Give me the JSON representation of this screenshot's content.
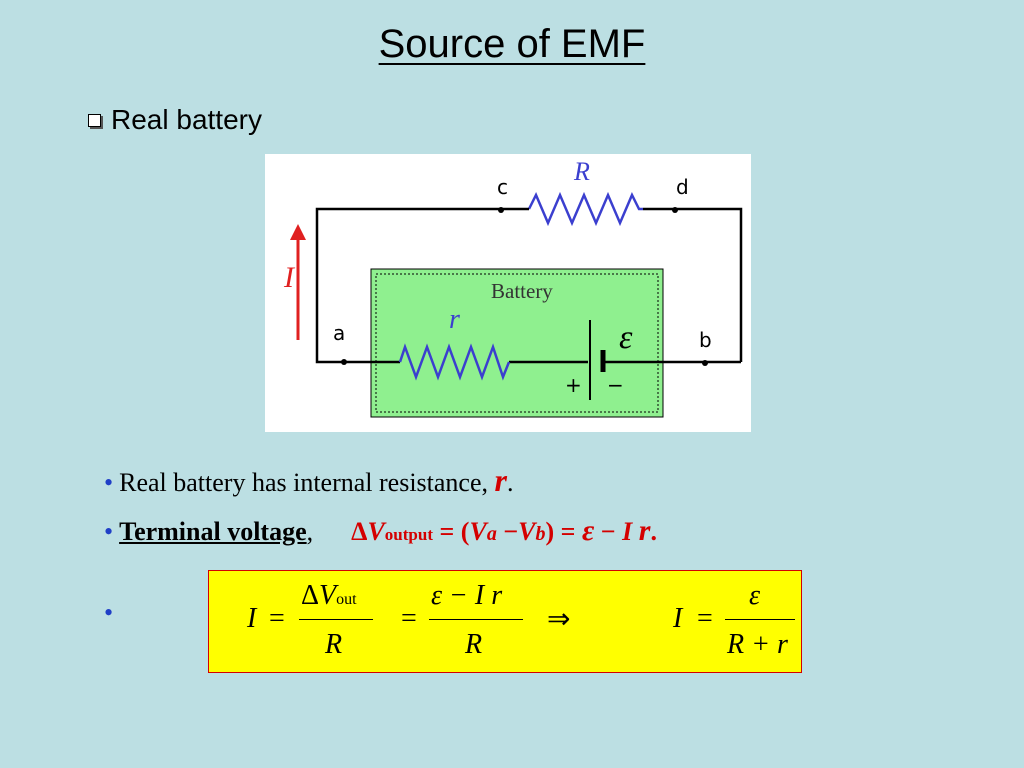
{
  "title": "Source of EMF",
  "subheading": "Real battery",
  "circuit": {
    "node_a": "a",
    "node_b": "b",
    "node_c": "c",
    "node_d": "d",
    "resistor_R": "R",
    "internal_r": "r",
    "battery_label": "Battery",
    "emf": "ε",
    "current": "I",
    "plus": "+",
    "minus": "−",
    "colors": {
      "wire": "#000000",
      "resistor": "#3b3fcf",
      "battery_fill": "#8ff08f",
      "arrow": "#e02020"
    }
  },
  "bullets": {
    "b1_text": "Real battery has internal resistance, ",
    "b1_r": "r",
    "b1_end": ".",
    "b2_term": "Terminal voltage",
    "b2_comma": ",",
    "b2_delta": "Δ",
    "b2_V": "V",
    "b2_output": "output",
    "b2_eq1": "= (",
    "b2_Va": "V",
    "b2_a": "a",
    "b2_minus": "−",
    "b2_Vb": "V",
    "b2_b": "b",
    "b2_close": ")",
    "b2_eq2": "=",
    "b2_eps": "ε",
    "b2_minus2": "−",
    "b2_I": "I",
    "b2_r": "r",
    "b2_end": "."
  },
  "formula": {
    "I1": "I",
    "eq1": "=",
    "num1_delta": "Δ",
    "num1_V": "V",
    "num1_out": "out",
    "den1": "R",
    "eq2": "=",
    "num2": "ε − I  r",
    "den2": "R",
    "implies": "⇒",
    "I2": "I",
    "eq3": "=",
    "num3": "ε",
    "den3": "R + r"
  }
}
